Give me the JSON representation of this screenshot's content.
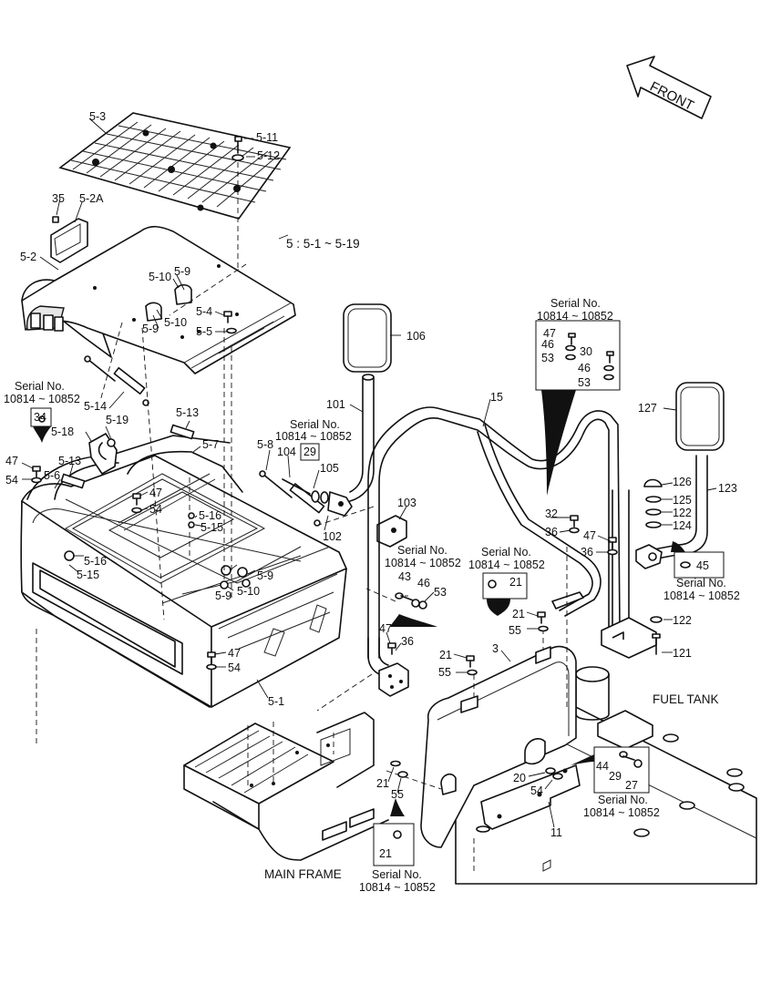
{
  "front_label": "FRONT",
  "bottom_labels": {
    "main_frame": "MAIN FRAME",
    "fuel_tank": "FUEL TANK"
  },
  "scope_note": "5 : 5-1 ~ 5-19",
  "serial": {
    "line1": "Serial No.",
    "line2": "10814 ~ 10852"
  },
  "callouts": {
    "c5_3": "5-3",
    "c5_11": "5-11",
    "c5_12": "5-12",
    "c35": "35",
    "c5_2A": "5-2A",
    "c5_2": "5-2",
    "c5_10a": "5-10",
    "c5_9a": "5-9",
    "c5_9b": "5-9",
    "c5_10b": "5-10",
    "c5_4": "5-4",
    "c5_5": "5-5",
    "c106": "106",
    "c101": "101",
    "c15": "15",
    "c127": "127",
    "c47a": "47",
    "c46a": "46",
    "c53a": "53",
    "c30": "30",
    "c46b": "46",
    "c53b": "53",
    "c5_14": "5-14",
    "c34": "34",
    "c5_18": "5-18",
    "c5_19": "5-19",
    "c5_13a": "5-13",
    "c5_7": "5-7",
    "c5_8": "5-8",
    "c104": "104",
    "c29a": "29",
    "c105": "105",
    "c47b": "47",
    "c54a": "54",
    "c5_13b": "5-13",
    "c5_6": "5-6",
    "c47c": "47",
    "c54b": "54",
    "c5_16a": "5-16",
    "c5_15a": "5-15",
    "c5_16b": "5-16",
    "c5_15b": "5-15",
    "c5_9c": "5-9",
    "c5_9d": "5-9",
    "c5_10c": "5-10",
    "c102": "102",
    "c103": "103",
    "c43": "43",
    "c46c": "46",
    "c53c": "53",
    "c21a": "21",
    "c21b": "21",
    "c55a": "55",
    "c32": "32",
    "c36a": "36",
    "c47d": "47",
    "c36b": "36",
    "c126": "126",
    "c125": "125",
    "c122a": "122",
    "c124": "124",
    "c123": "123",
    "c45": "45",
    "c122b": "122",
    "c121": "121",
    "c47e": "47",
    "c36c": "36",
    "c47f": "47",
    "c54c": "54",
    "c5_1": "5-1",
    "c21c": "21",
    "c55b": "55",
    "c3": "3",
    "c44": "44",
    "c29b": "29",
    "c27": "27",
    "c20": "20",
    "c54d": "54",
    "c11": "11",
    "c21d": "21",
    "c55c": "55",
    "c21e": "21"
  },
  "colors": {
    "line": "#111111",
    "background": "#ffffff",
    "shade": "#e6e6e6"
  }
}
